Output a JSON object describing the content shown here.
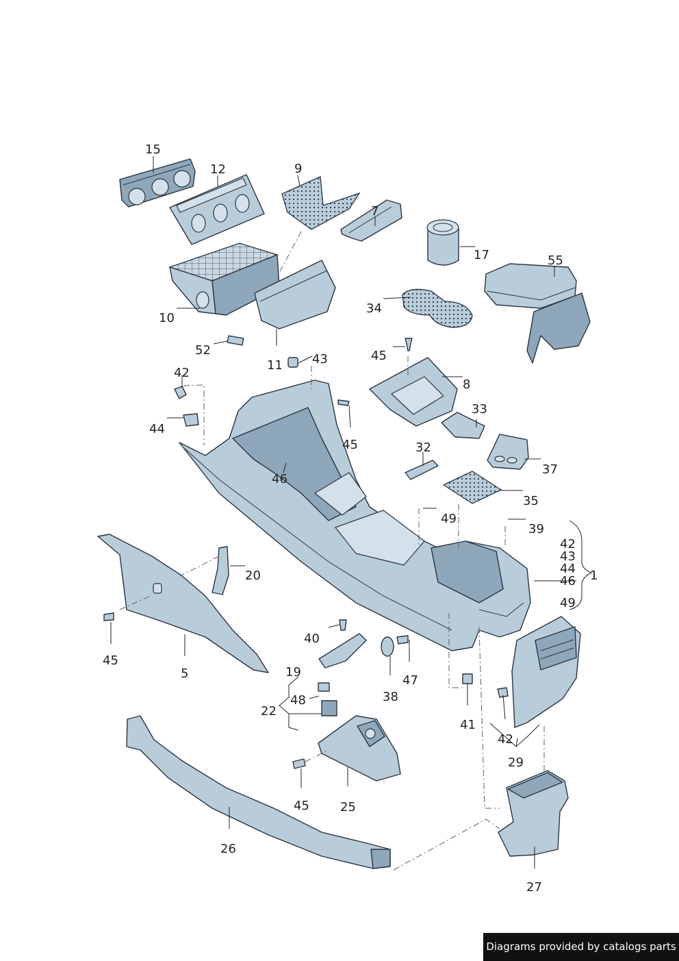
{
  "callouts": {
    "c15": "15",
    "c12": "12",
    "c9": "9",
    "c7": "7",
    "c17": "17",
    "c55": "55",
    "c10": "10",
    "c34": "34",
    "c52": "52",
    "c11": "11",
    "c43": "43",
    "c45a": "45",
    "c8": "8",
    "c42a": "42",
    "c44a": "44",
    "c45b": "45",
    "c33": "33",
    "c37": "37",
    "c32": "32",
    "c46a": "46",
    "c35": "35",
    "c49a": "49",
    "c39": "39",
    "c42b": "42",
    "c43b": "43",
    "c44b": "44",
    "c46b": "46",
    "c49b": "49",
    "c1": "1",
    "c20": "20",
    "c45c": "45",
    "c5": "5",
    "c40": "40",
    "c47": "47",
    "c38": "38",
    "c19": "19",
    "c48": "48",
    "c22": "22",
    "c41": "41",
    "c42c": "42",
    "c29": "29",
    "c45d": "45",
    "c25": "25",
    "c26": "26",
    "c27": "27"
  },
  "footer": {
    "text": "Diagrams provided by catalogs parts"
  },
  "colors": {
    "part_fill": "#b9ccda",
    "outline": "#2a3340",
    "footer_bg": "#111111"
  }
}
